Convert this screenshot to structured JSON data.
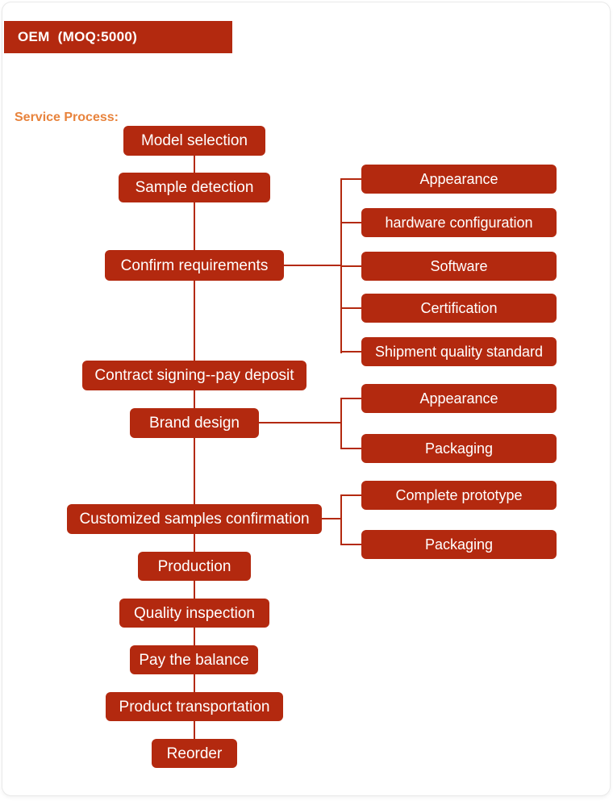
{
  "header": {
    "title": "OEM  (MOQ:5000)"
  },
  "section": {
    "label": "Service Process:"
  },
  "colors": {
    "accent_red": "#b3290f",
    "accent_orange": "#e8833c",
    "card_border": "#e9e9e9",
    "text_on_red": "#ffffff"
  },
  "flow": {
    "main_steps": [
      "Model selection",
      "Sample detection",
      "Confirm requirements",
      "Contract signing--pay deposit",
      "Brand design",
      "Customized samples confirmation",
      "Production",
      "Quality inspection",
      "Pay the balance",
      "Product transportation",
      "Reorder"
    ],
    "branch_groups": [
      {
        "source": "Confirm requirements",
        "items": [
          "Appearance",
          "hardware configuration",
          "Software",
          "Certification",
          "Shipment quality standard"
        ]
      },
      {
        "source": "Brand design",
        "items": [
          "Appearance",
          "Packaging"
        ]
      },
      {
        "source": "Customized samples confirmation",
        "items": [
          "Complete prototype",
          "Packaging"
        ]
      }
    ]
  }
}
